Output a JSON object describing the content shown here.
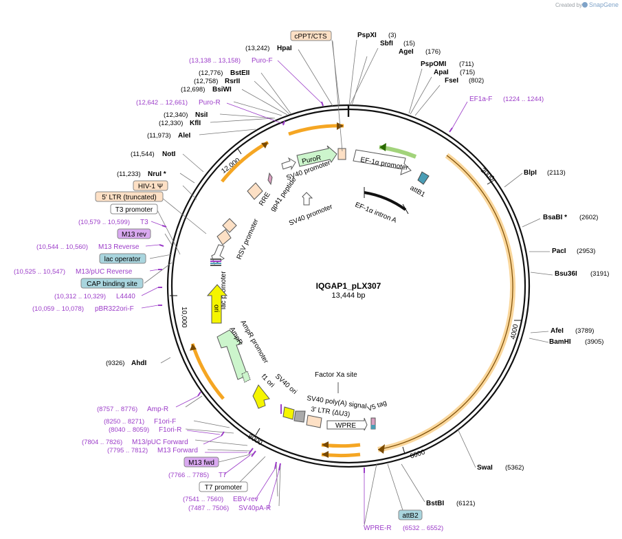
{
  "brand": {
    "created_by": "Created by",
    "name": "SnapGene"
  },
  "plasmid": {
    "name": "IQGAP1_pLX307",
    "size": "13,444 bp"
  },
  "ring_ticks": [
    "2000",
    "4000",
    "6000",
    "8000",
    "10,000",
    "12,000"
  ],
  "enzymes": [
    {
      "name": "PspXI",
      "pos": "(3)"
    },
    {
      "name": "SbfI",
      "pos": "(15)"
    },
    {
      "name": "AgeI",
      "pos": "(176)"
    },
    {
      "name": "PspOMI",
      "pos": "(711)"
    },
    {
      "name": "ApaI",
      "pos": "(715)"
    },
    {
      "name": "FseI",
      "pos": "(802)"
    },
    {
      "name": "BlpI",
      "pos": "(2113)"
    },
    {
      "name": "BsaBI *",
      "pos": "(2602)"
    },
    {
      "name": "PacI",
      "pos": "(2953)"
    },
    {
      "name": "Bsu36I",
      "pos": "(3191)"
    },
    {
      "name": "AfeI",
      "pos": "(3789)"
    },
    {
      "name": "BamHI",
      "pos": "(3905)"
    },
    {
      "name": "SwaI",
      "pos": "(5362)"
    },
    {
      "name": "BstBI",
      "pos": "(6121)"
    },
    {
      "name": "AhdI",
      "pos": "(9326)"
    },
    {
      "name": "NruI *",
      "pos": "(11,233)"
    },
    {
      "name": "NotI",
      "pos": "(11,544)"
    },
    {
      "name": "AleI",
      "pos": "(11,973)"
    },
    {
      "name": "KflI",
      "pos": "(12,330)"
    },
    {
      "name": "NsiI",
      "pos": "(12,340)"
    },
    {
      "name": "BsiWI",
      "pos": "(12,698)"
    },
    {
      "name": "RsrII",
      "pos": "(12,758)"
    },
    {
      "name": "BstEII",
      "pos": "(12,776)"
    },
    {
      "name": "HpaI",
      "pos": "(13,242)"
    }
  ],
  "primers": [
    {
      "name": "EF1a-F",
      "range": "(1224 .. 1244)"
    },
    {
      "name": "WPRE-R",
      "range": "(6532 .. 6552)"
    },
    {
      "name": "SV40pA-R",
      "range": "(7487 .. 7506)"
    },
    {
      "name": "EBV-rev",
      "range": "(7541 .. 7560)"
    },
    {
      "name": "T7",
      "range": "(7766 .. 7785)"
    },
    {
      "name": "M13 Forward",
      "range": "(7795 .. 7812)"
    },
    {
      "name": "M13/pUC Forward",
      "range": "(7804 .. 7826)"
    },
    {
      "name": "F1ori-R",
      "range": "(8040 .. 8059)"
    },
    {
      "name": "F1ori-F",
      "range": "(8250 .. 8271)"
    },
    {
      "name": "Amp-R",
      "range": "(8757 .. 8776)"
    },
    {
      "name": "pBR322ori-F",
      "range": "(10,059 .. 10,078)"
    },
    {
      "name": "L4440",
      "range": "(10,312 .. 10,329)"
    },
    {
      "name": "M13/pUC Reverse",
      "range": "(10,525 .. 10,547)"
    },
    {
      "name": "M13 Reverse",
      "range": "(10,544 .. 10,560)"
    },
    {
      "name": "T3",
      "range": "(10,579 .. 10,599)"
    },
    {
      "name": "Puro-R",
      "range": "(12,642 .. 12,661)"
    },
    {
      "name": "Puro-F",
      "range": "(13,138 .. 13,158)"
    }
  ],
  "boxed_features": [
    {
      "name": "cPPT/CTS",
      "color": "#fde0c5"
    },
    {
      "name": "HIV-1 Ψ",
      "color": "#fde0c5"
    },
    {
      "name": "5' LTR (truncated)",
      "color": "#fde0c5"
    },
    {
      "name": "T3 promoter",
      "color": "#ffffff"
    },
    {
      "name": "M13 rev",
      "color": "#d9a9f0"
    },
    {
      "name": "lac operator",
      "color": "#a9d5de"
    },
    {
      "name": "CAP binding site",
      "color": "#a9d5de"
    },
    {
      "name": "M13 fwd",
      "color": "#d9a9f0"
    },
    {
      "name": "T7 promoter",
      "color": "#ffffff"
    },
    {
      "name": "attB2",
      "color": "#a9d5de"
    }
  ],
  "inner_features": [
    "PuroR",
    "SV40 promoter",
    "EF-1α promoter",
    "attB1",
    "EF-1α intron A",
    "SV40 promoter",
    "gp41 peptide",
    "RRE",
    "RSV promoter",
    "lac promoter",
    "ori",
    "AmpR promoter",
    "AmpR",
    "f1 ori",
    "SV40 ori",
    "SV40 poly(A) signal",
    "3' LTR (ΔU3)",
    "WPRE",
    "V5 tag",
    "Factor Xa site"
  ],
  "colors": {
    "primer": "#9b3bc8",
    "orf": "#f5a623",
    "ori": "#f5f500",
    "amp": "#ccf5cc",
    "ltr": "#fde0c5",
    "lac": "#a9d5de"
  }
}
